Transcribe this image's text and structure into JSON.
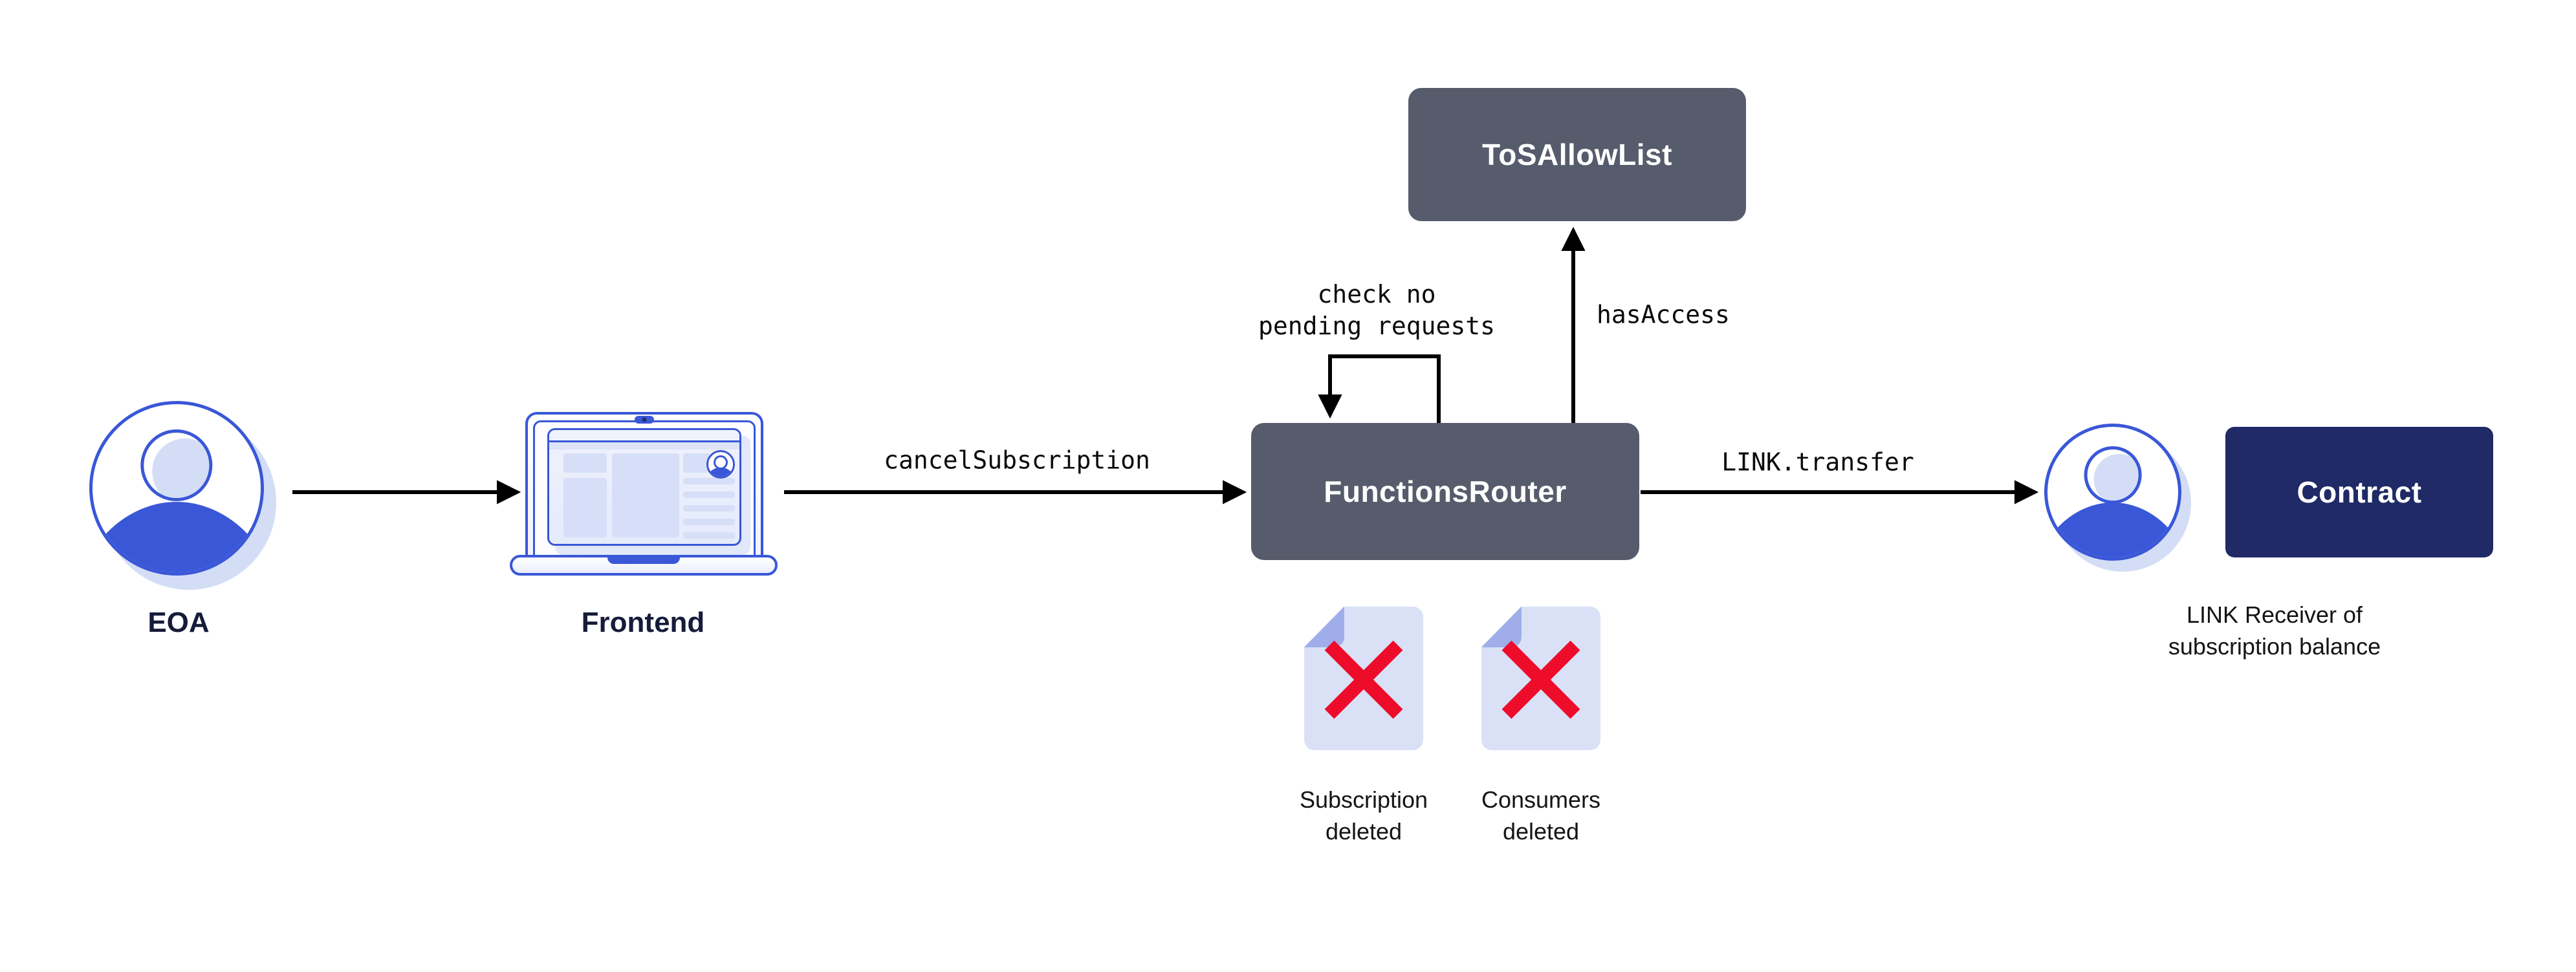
{
  "diagram": {
    "nodes": {
      "eoa": {
        "label": "EOA",
        "icon": "person-avatar-icon"
      },
      "frontend": {
        "label": "Frontend",
        "icon": "laptop-browser-icon"
      },
      "functions_router": {
        "label": "FunctionsRouter"
      },
      "tos_allow_list": {
        "label": "ToSAllowList"
      },
      "contract": {
        "label": "Contract"
      },
      "link_receiver": {
        "icon": "person-avatar-icon",
        "label_line1": "LINK Receiver of",
        "label_line2": "subscription balance"
      },
      "subscription_deleted": {
        "icon": "deleted-document-icon",
        "label_line1": "Subscription",
        "label_line2": "deleted"
      },
      "consumers_deleted": {
        "icon": "deleted-document-icon",
        "label_line1": "Consumers",
        "label_line2": "deleted"
      }
    },
    "edges": {
      "frontend_to_router": {
        "label": "cancelSubscription"
      },
      "router_self_loop": {
        "label_line1": "check no",
        "label_line2": "pending requests"
      },
      "router_to_tos": {
        "label": "hasAccess"
      },
      "router_to_receiver": {
        "label": "LINK.transfer"
      }
    },
    "colors": {
      "box_slate": "#565C6B",
      "box_navy": "#1F2A66",
      "brand_blue": "#3A57D7",
      "shadow_blue": "#D3DDF6",
      "doc_fill": "#DAE1F6",
      "doc_fold": "#9FAEEA",
      "error_red": "#EE0C2B",
      "arrow_black": "#000000",
      "label_navy": "#151B39",
      "label_black": "#141414"
    }
  }
}
